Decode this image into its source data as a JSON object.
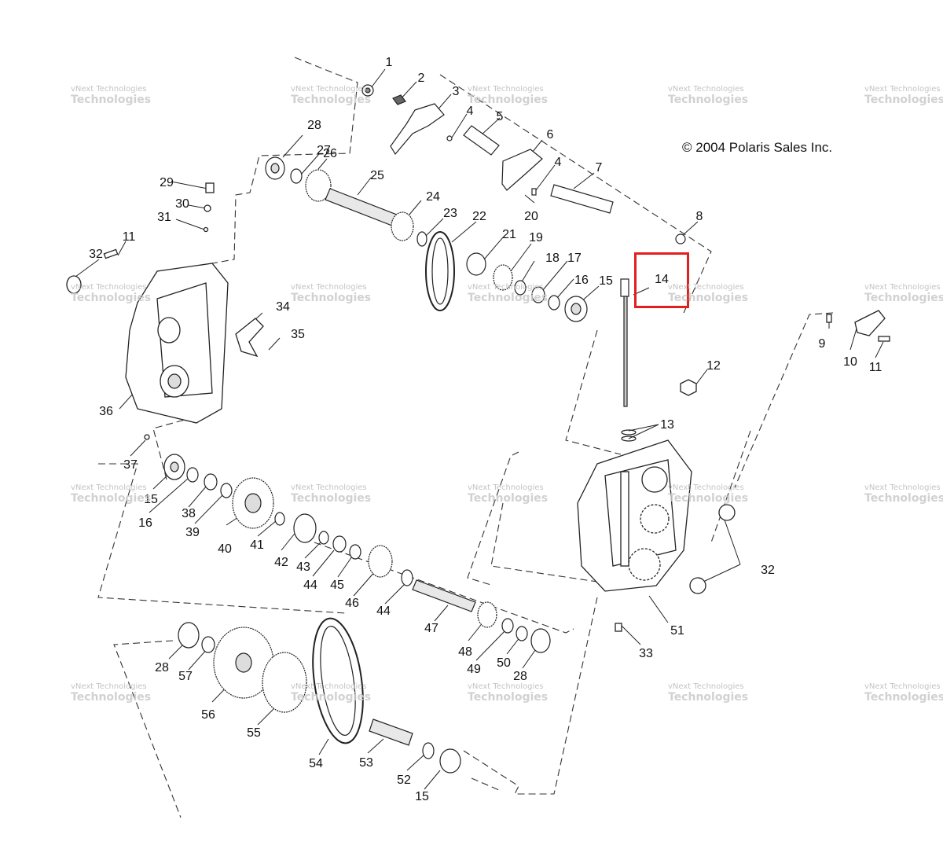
{
  "copyright": "© 2004 Polaris Sales Inc.",
  "watermark": {
    "line1": "vNext",
    "line2": "Technologies",
    "small": "vNext Technologies"
  },
  "highlight": {
    "callout": "14",
    "color": "#e0201e"
  },
  "callouts": [
    "1",
    "2",
    "3",
    "4",
    "5",
    "6",
    "4",
    "7",
    "20",
    "8",
    "28",
    "27",
    "26",
    "25",
    "24",
    "23",
    "22",
    "21",
    "19",
    "18",
    "17",
    "16",
    "15",
    "29",
    "30",
    "31",
    "11",
    "32",
    "34",
    "35",
    "36",
    "37",
    "14",
    "9",
    "10",
    "11",
    "12",
    "13",
    "15",
    "16",
    "38",
    "39",
    "40",
    "41",
    "42",
    "43",
    "44",
    "45",
    "46",
    "44",
    "47",
    "48",
    "49",
    "50",
    "28",
    "28",
    "57",
    "56",
    "55",
    "54",
    "53",
    "52",
    "15",
    "32",
    "51",
    "33"
  ]
}
